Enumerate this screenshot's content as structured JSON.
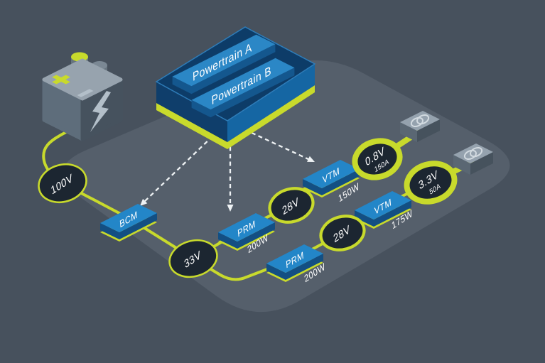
{
  "scene": {
    "background_color": "#47515d",
    "platform_color": "#555f6b",
    "wire_color": "#c8da2c",
    "module_top_color": "#2386c8",
    "module_side_color": "#134f83",
    "node_fill_color": "#1c2631",
    "arrow_color": "#eef2f4",
    "text_color": "#ffffff"
  },
  "battery": {
    "plus": "+",
    "minus": "-",
    "symbol": "lightning-bolt"
  },
  "source_node": {
    "label": "100V"
  },
  "bcm": {
    "label": "BCM"
  },
  "bus_node": {
    "label": "33V"
  },
  "powertrain": {
    "slabs": [
      {
        "label": "Powertrain A"
      },
      {
        "label": "Powertrain B"
      }
    ]
  },
  "rails": [
    {
      "prm_label": "PRM",
      "prm_power": "200W",
      "rail_v": "28V",
      "vtm_label": "VTM",
      "vtm_power": "150W",
      "out_v": "0.8V",
      "out_a": "150A",
      "load_icon": "linked-rings"
    },
    {
      "prm_label": "PRM",
      "prm_power": "200W",
      "rail_v": "28V",
      "vtm_label": "VTM",
      "vtm_power": "175W",
      "out_v": "3.3V",
      "out_a": "50A",
      "load_icon": "linked-rings"
    }
  ]
}
